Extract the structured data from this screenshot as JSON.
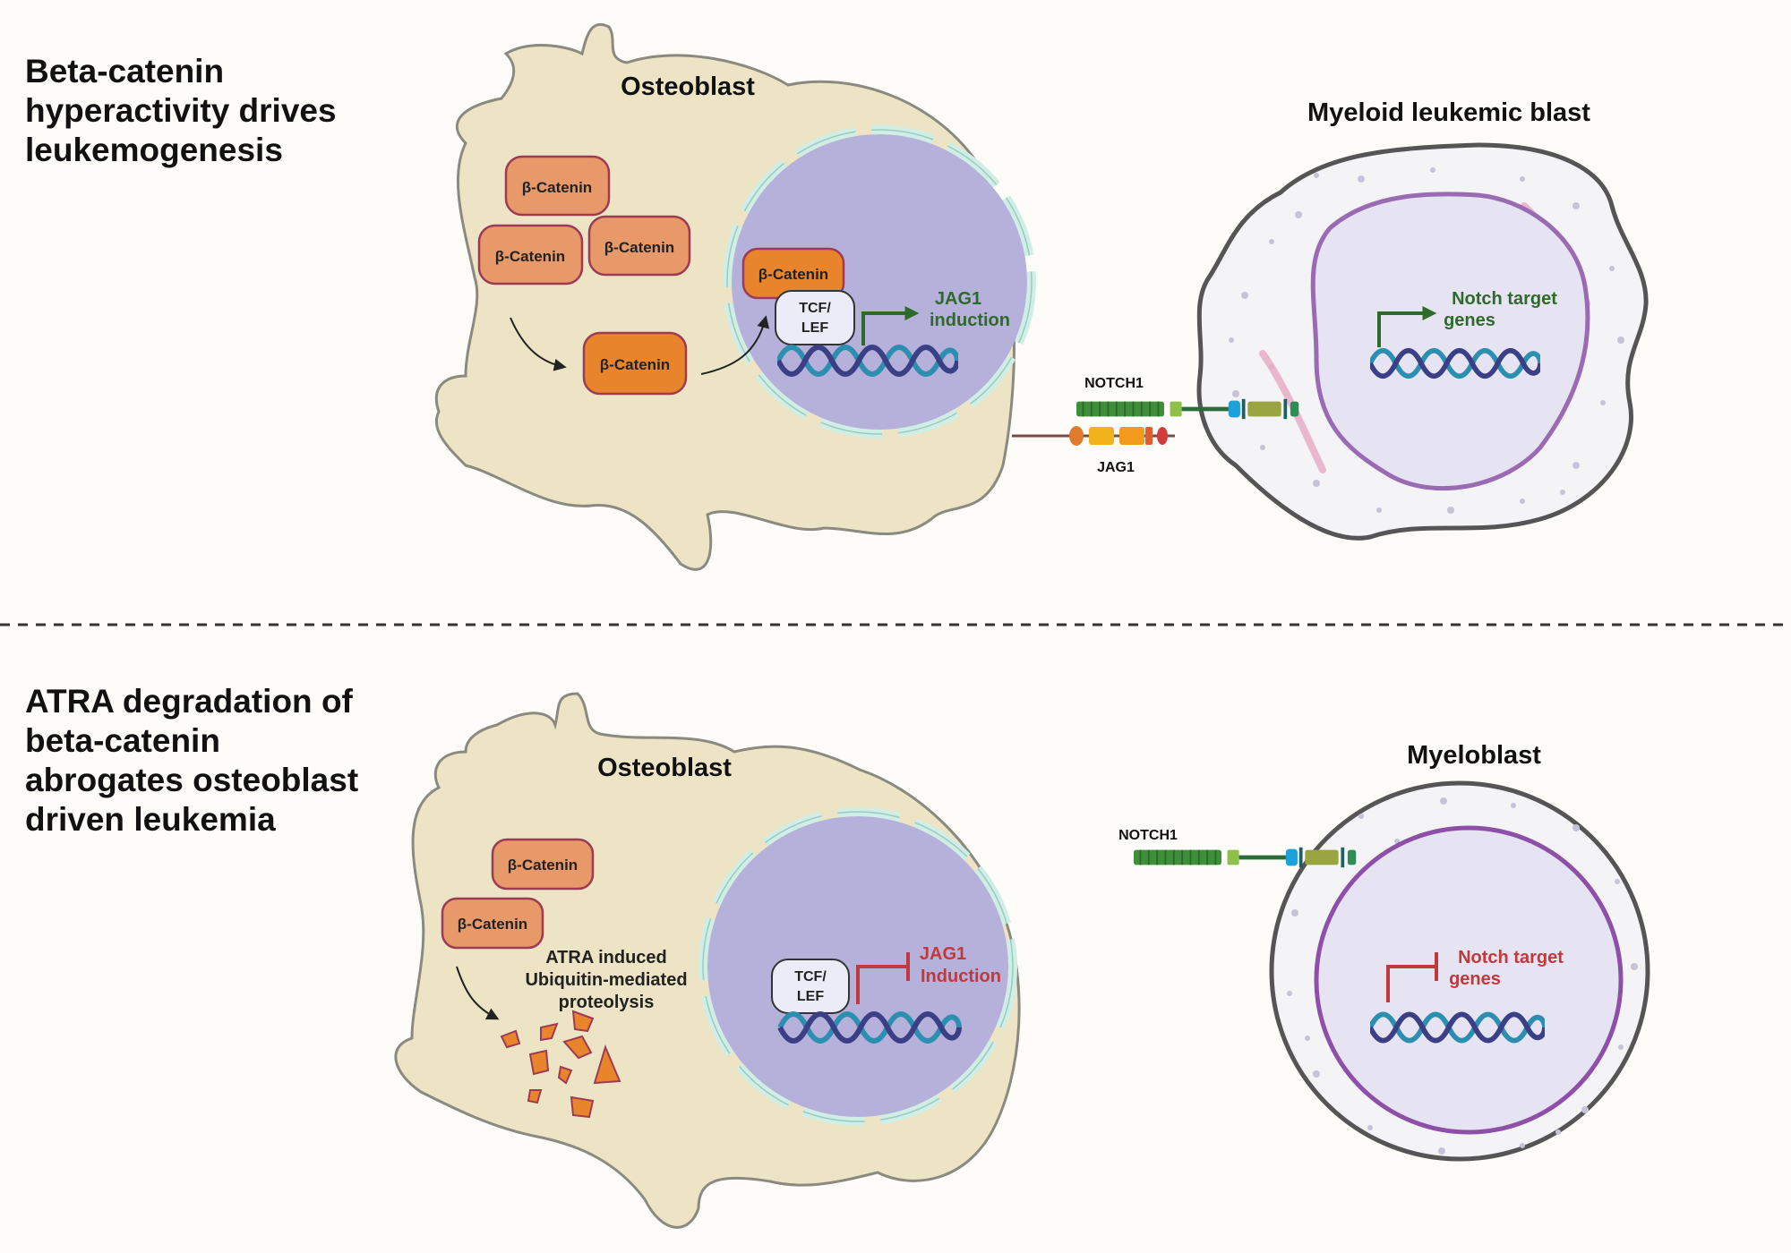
{
  "top": {
    "title_lines": [
      "Beta-catenin",
      "hyperactivity drives",
      "leukemogenesis"
    ],
    "osteoblast_label": "Osteoblast",
    "blast_label": "Myeloid leukemic blast",
    "beta_catenin_label": "β-Catenin",
    "tcf_lef_lines": [
      "TCF/",
      "LEF"
    ],
    "jag1_induction_lines": [
      "JAG1",
      "induction"
    ],
    "notch_target_lines": [
      "Notch target",
      "genes"
    ],
    "notch1_label": "NOTCH1",
    "jag1_label": "JAG1"
  },
  "bottom": {
    "title_lines": [
      "ATRA degradation of",
      "beta-catenin",
      "abrogates osteoblast",
      "driven leukemia"
    ],
    "osteoblast_label": "Osteoblast",
    "blast_label": "Myeloblast",
    "beta_catenin_label": "β-Catenin",
    "atra_lines": [
      "ATRA induced",
      "Ubiquitin-mediated",
      "proteolysis"
    ],
    "tcf_lef_lines": [
      "TCF/",
      "LEF"
    ],
    "jag1_induction_lines": [
      "JAG1",
      "Induction"
    ],
    "notch_target_lines": [
      "Notch target",
      "genes"
    ],
    "notch1_label": "NOTCH1"
  },
  "colors": {
    "cell_fill": "#ede4c6",
    "cell_stroke": "#8a8a80",
    "nucleus_fill": "#b6b1da",
    "envelope": "#cfeee6",
    "catenin_light": "#e7996a",
    "catenin_dark": "#e8852c",
    "catenin_stroke": "#9e3b54",
    "activate_green": "#2e6b2b",
    "inhibit_red": "#c0393b",
    "blast_nucleus_stroke": "#9a6ab3"
  }
}
